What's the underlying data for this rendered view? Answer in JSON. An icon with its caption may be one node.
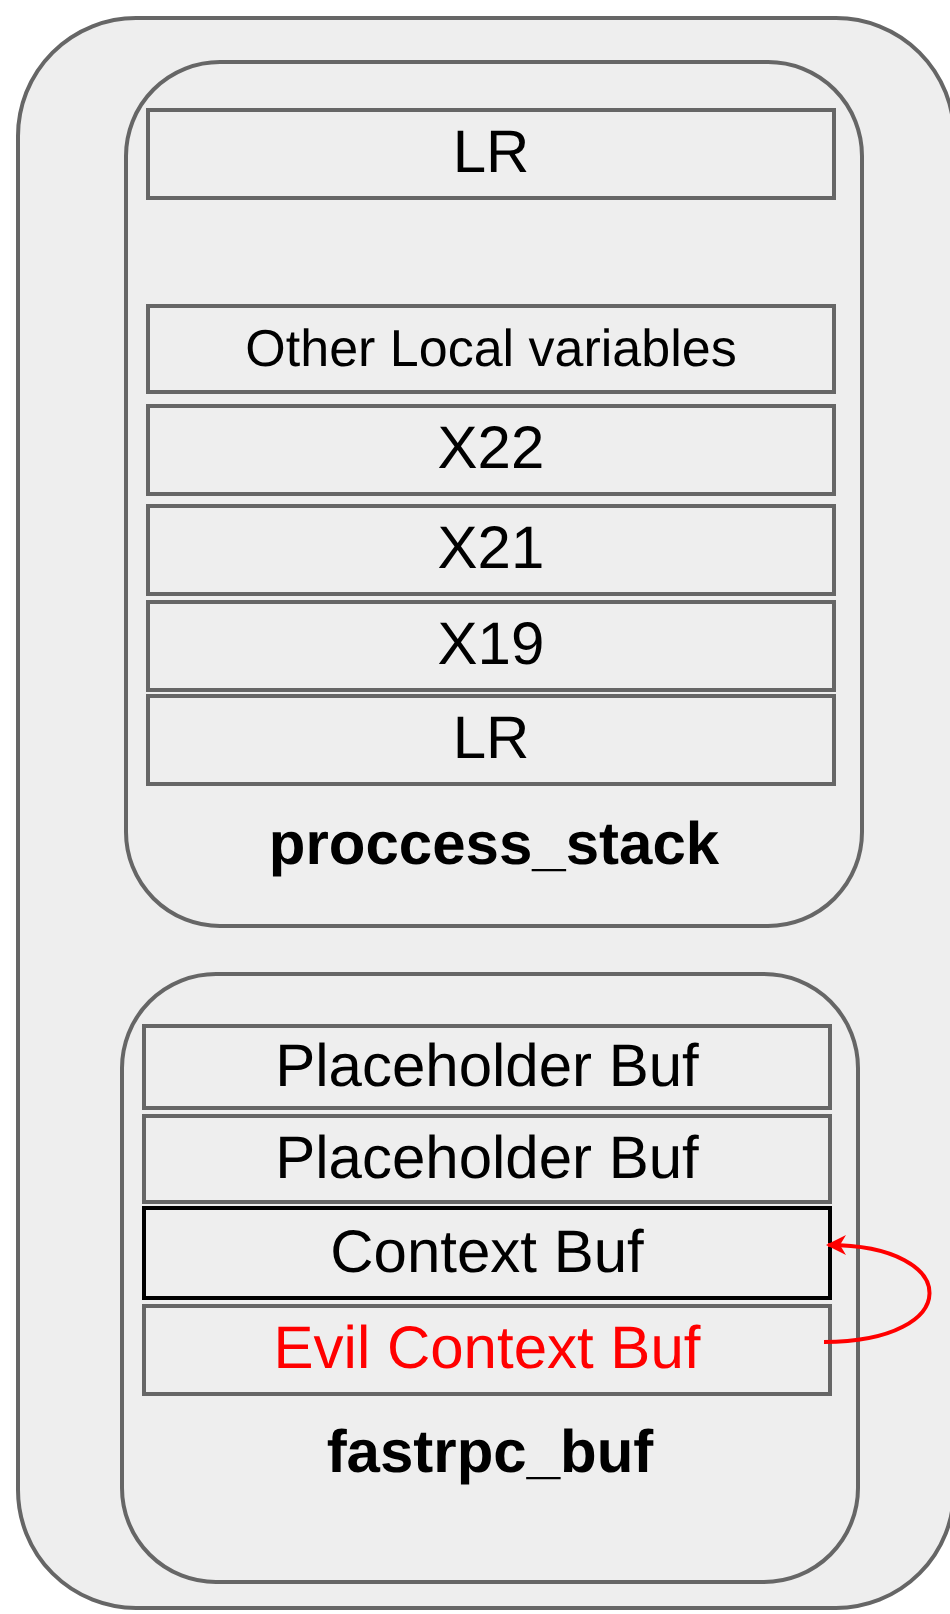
{
  "diagram": {
    "nodes": [
      {
        "text": [],
        "shape": "box"
      },
      {
        "text": [
          "proccess_stack"
        ],
        "in": 0
      },
      {
        "text": [
          "LR"
        ],
        "in": 1
      },
      {
        "text": [
          "Other Local variables"
        ],
        "in": 1
      },
      {
        "text": [
          "X22"
        ],
        "in": 1
      },
      {
        "text": [
          "X21"
        ],
        "in": 1
      },
      {
        "text": [
          "X19"
        ],
        "in": 1
      },
      {
        "text": [
          "LR"
        ],
        "in": 1
      },
      {
        "text": [
          "fastrpc_buf"
        ],
        "in": 0
      },
      {
        "text": [
          "Placeholder Buf"
        ],
        "in": 8
      },
      {
        "text": [
          "Placeholder Buf"
        ],
        "in": 8
      },
      {
        "text": [
          "Context Buf"
        ],
        "in": 8
      },
      {
        "text": [
          "Evil Context Buf"
        ],
        "in": 8
      }
    ],
    "edges": [
      {
        "from": 12,
        "to": 11,
        "arrow": "to",
        "color": "#ff0000"
      }
    ]
  }
}
